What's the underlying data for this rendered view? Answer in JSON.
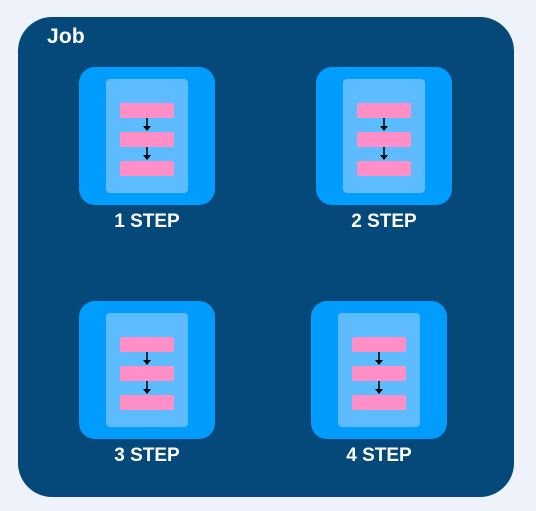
{
  "job": {
    "title": "Job"
  },
  "steps": [
    {
      "label": "1 STEP"
    },
    {
      "label": "2 STEP"
    },
    {
      "label": "3 STEP"
    },
    {
      "label": "4 STEP"
    }
  ],
  "colors": {
    "background": "#eef3fb",
    "job_container": "#05497b",
    "step_outer": "#009dff",
    "step_inner": "#5cbcff",
    "task_bar": "#ff8fc6",
    "arrow": "#000000",
    "text": "#ffffff"
  }
}
